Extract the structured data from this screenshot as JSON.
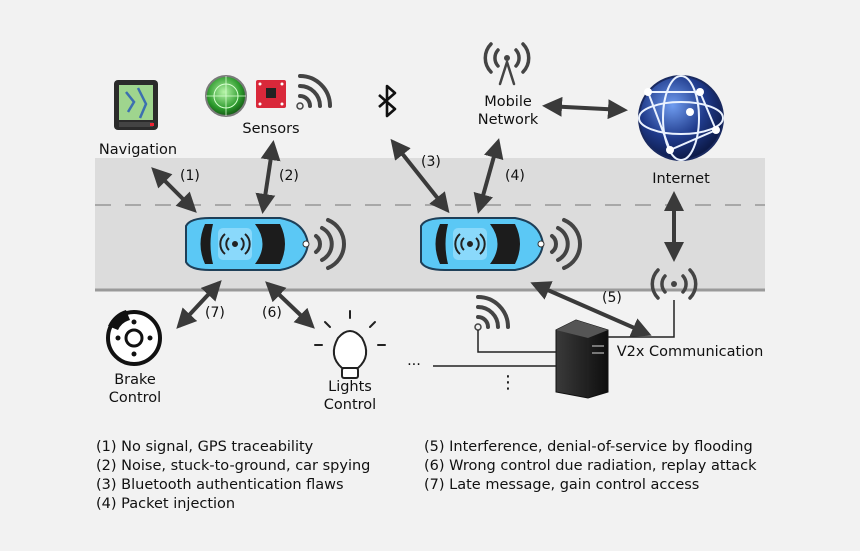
{
  "labels": {
    "navigation": "Navigation",
    "sensors": "Sensors",
    "mobile_network": [
      "Mobile",
      "Network"
    ],
    "internet": "Internet",
    "v2x": "V2x Communication",
    "brake_control": [
      "Brake",
      "Control"
    ],
    "lights_control": [
      "Lights",
      "Control"
    ],
    "ellipsis_h": "···",
    "ellipsis_v": "⋮"
  },
  "link_numbers": [
    "(1)",
    "(2)",
    "(3)",
    "(4)",
    "(5)",
    "(6)",
    "(7)"
  ],
  "legend_left": [
    "(1) No signal, GPS traceability",
    "(2) Noise, stuck-to-ground, car spying",
    "(3) Bluetooth authentication flaws",
    "(4) Packet injection"
  ],
  "legend_right": [
    "(5) Interference, denial-of-service by flooding",
    "(6) Wrong control due radiation, replay attack",
    "(7) Late message, gain control access"
  ],
  "colors": {
    "road": "#dcdcdc",
    "car_body": "#5bc8f5",
    "arrow": "#3a3a3a",
    "globe": "#1f3a8a"
  }
}
